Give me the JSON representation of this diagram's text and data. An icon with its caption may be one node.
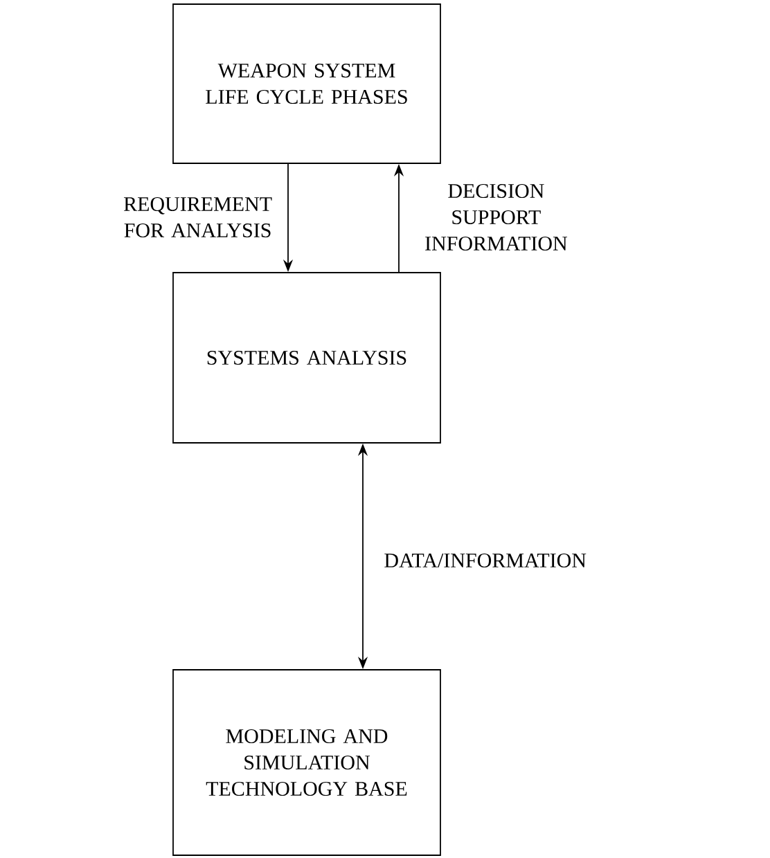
{
  "diagram": {
    "nodes": [
      {
        "text": [
          "WEAPON SYSTEM LIFE CYCLE PHASES"
        ]
      },
      {
        "text": [
          "SYSTEMS ANALYSIS"
        ]
      },
      {
        "text": [
          "MODELING AND SIMULATION TECHNOLOGY BASE"
        ]
      }
    ],
    "edges": [
      {
        "from": 0,
        "to": 1,
        "arrow": "to",
        "label": "REQUIREMENT FOR ANALYSIS"
      },
      {
        "from": 1,
        "to": 0,
        "arrow": "to",
        "label": "DECISION SUPPORT INFORMATION"
      },
      {
        "from": 1,
        "to": 2,
        "arrow": "both",
        "label": "DATA/INFORMATION"
      }
    ]
  }
}
